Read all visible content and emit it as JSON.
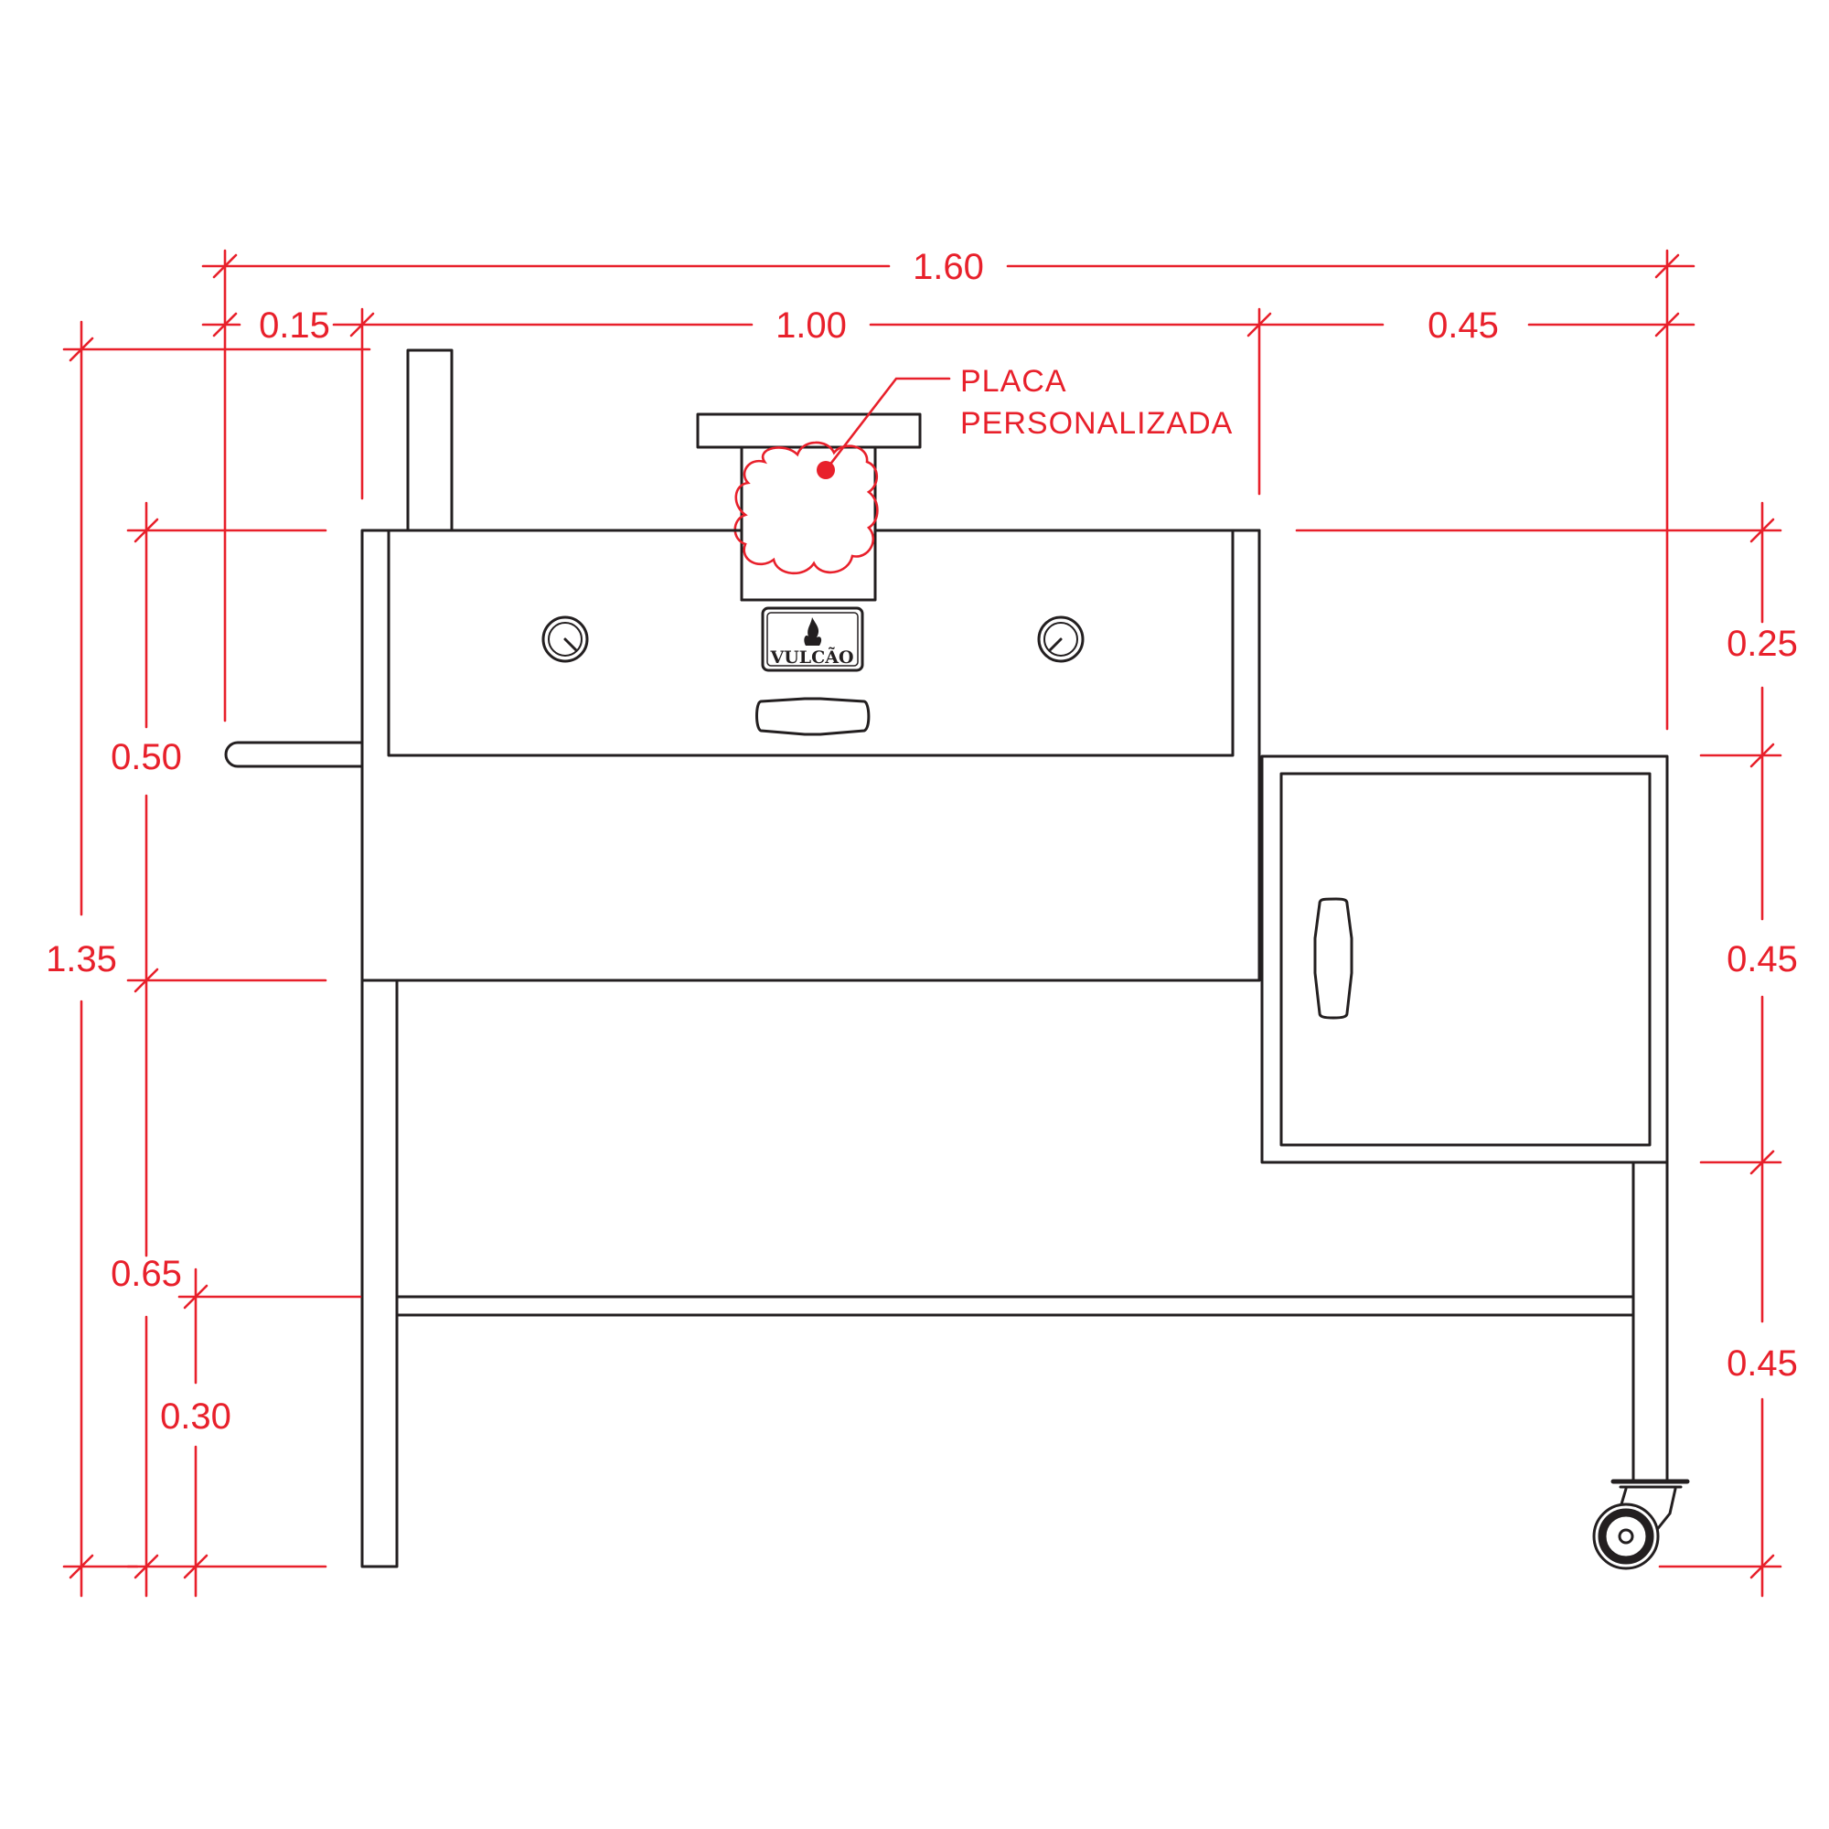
{
  "dimensions": {
    "total_width": "1.60",
    "chimney_offset": "0.15",
    "oven_width": "1.00",
    "cabinet_width": "0.45",
    "total_height": "1.35",
    "oven_height": "0.50",
    "lower_height": "0.65",
    "shelf_height": "0.30",
    "right_top": "0.25",
    "right_cabinet": "0.45",
    "right_bottom": "0.45"
  },
  "callout": {
    "line1": "PLACA",
    "line2": "PERSONALIZADA"
  },
  "logo": {
    "text": "VULCÃO"
  },
  "colors": {
    "dimension": "#e8202b",
    "outline": "#231f20"
  }
}
